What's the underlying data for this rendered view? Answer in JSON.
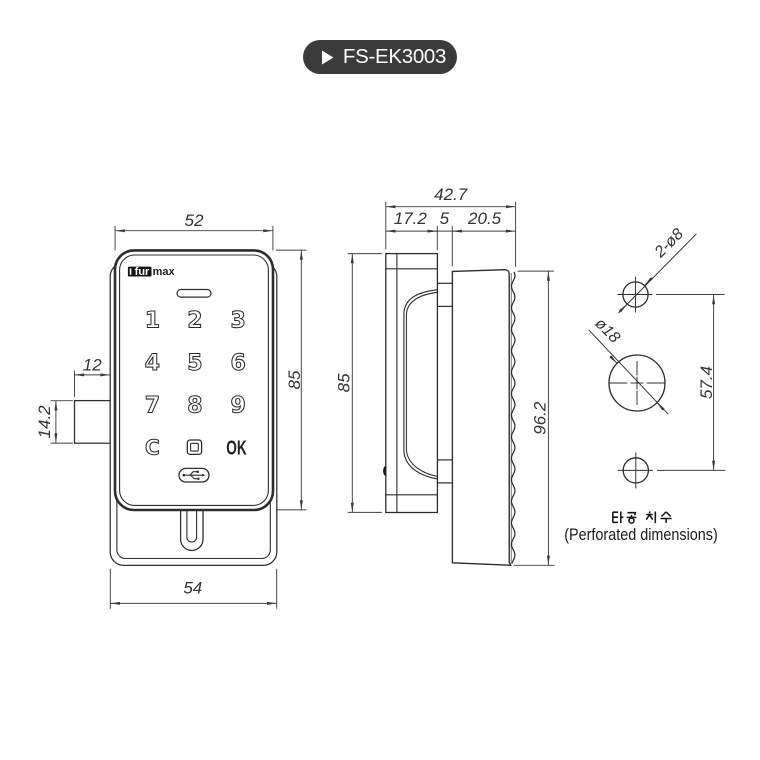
{
  "badge": {
    "label": "FS-EK3003",
    "bg_color": "#3b3b3b",
    "text_color": "#ffffff"
  },
  "front_view": {
    "logo": {
      "fur": "fur",
      "max": "max"
    },
    "keys": [
      "1",
      "2",
      "3",
      "4",
      "5",
      "6",
      "7",
      "8",
      "9",
      "C",
      "OK"
    ],
    "dims": {
      "width_top": "52",
      "height_right": "85",
      "latch_depth": "12",
      "latch_height": "14.2",
      "width_bottom": "54"
    }
  },
  "side_view": {
    "dims": {
      "depth_total": "42.7",
      "depth_body": "17.2",
      "depth_gap": "5",
      "depth_keypad": "20.5",
      "height_left": "85",
      "height_right": "96.2"
    }
  },
  "drill_template": {
    "labels": {
      "small_holes": "2-ø8",
      "large_hole": "ø18",
      "hole_spacing": "57.4"
    },
    "caption_ko": "타공 치수",
    "caption_en": "(Perforated dimensions)"
  },
  "colors": {
    "line": "#2d2d2d",
    "dim_line": "#3f3f3f",
    "badge_bg": "#3b3b3b"
  }
}
